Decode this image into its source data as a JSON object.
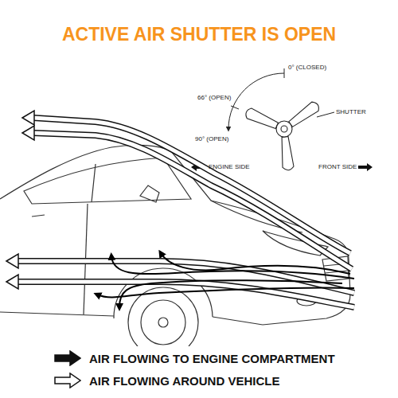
{
  "diagram": {
    "title": "ACTIVE AIR SHUTTER IS OPEN",
    "labels": [
      "0° (CLOSED)",
      "66° (OPEN)",
      "90° (OPEN)",
      "SHUTTER",
      "ENGINE SIDE",
      "FRONT SIDE"
    ],
    "legend": [
      {
        "text": "AIR FLOWING TO ENGINE COMPARTMENT"
      },
      {
        "text": "AIR FLOWING AROUND VEHICLE"
      }
    ]
  }
}
